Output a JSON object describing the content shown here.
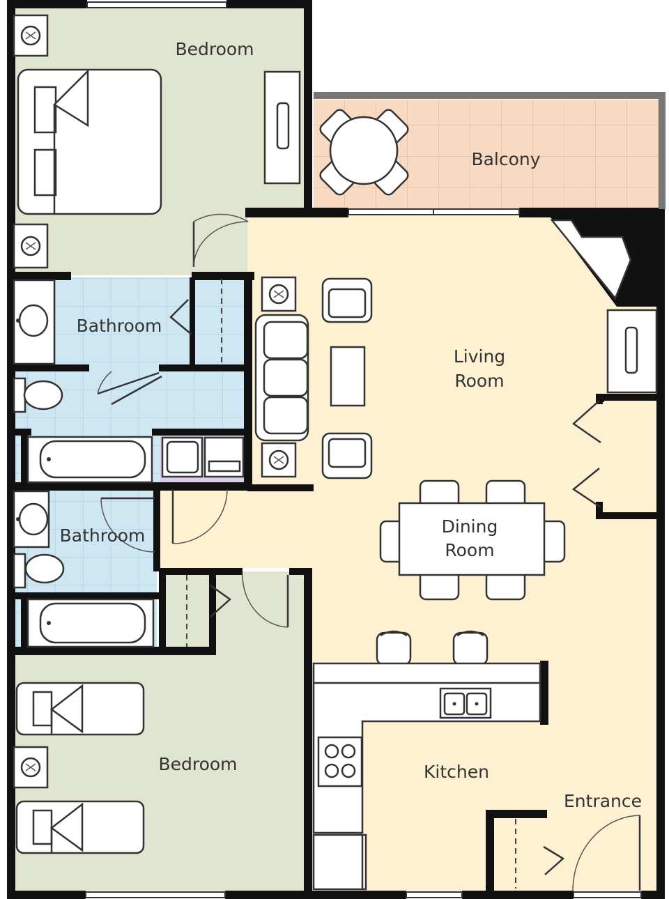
{
  "rooms": {
    "bedroom_main": "Bedroom",
    "balcony": "Balcony",
    "bathroom_upper": "Bathroom",
    "living_line1": "Living",
    "living_line2": "Room",
    "dining_line1": "Dining",
    "dining_line2": "Room",
    "bathroom_lower": "Bathroom",
    "bedroom_second": "Bedroom",
    "kitchen": "Kitchen",
    "entrance": "Entrance"
  },
  "colors": {
    "bedroom_fill": "#dfe5cf",
    "bathroom_fill": "#cfe6f3",
    "living_fill": "#fdf1d2",
    "balcony_fill": "#f8d9c2",
    "laundry_fill": "#dcd0e8",
    "wall": "#111111",
    "balcony_rail": "#777777"
  }
}
